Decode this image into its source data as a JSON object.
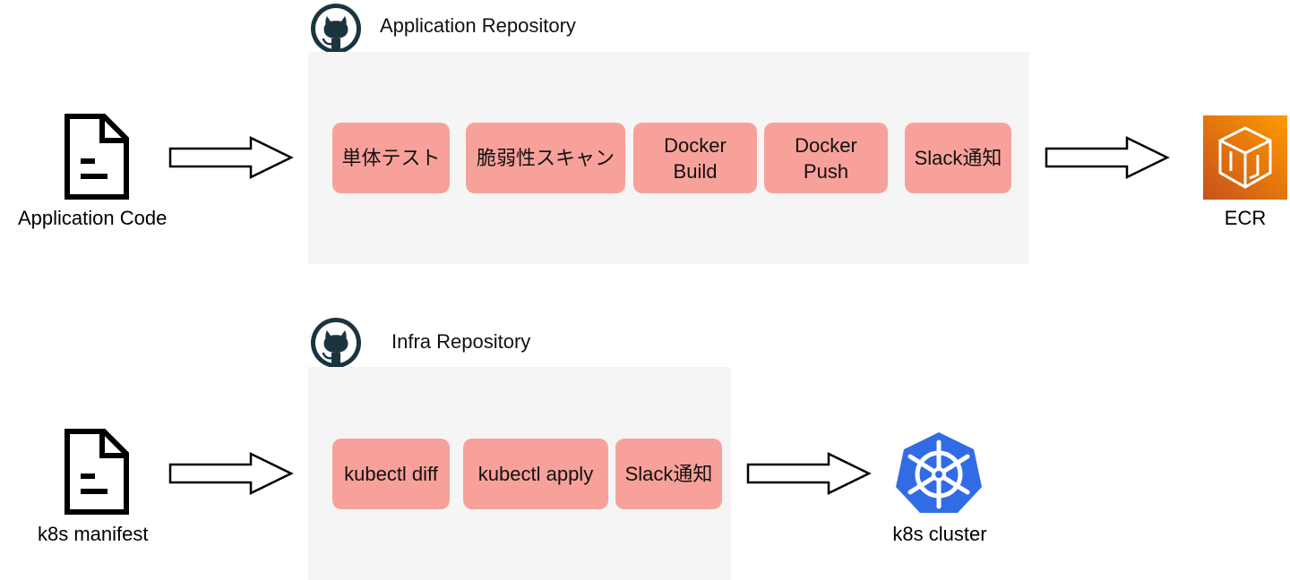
{
  "app_flow": {
    "source_label": "Application Code",
    "repo_title": "Application Repository",
    "steps": [
      {
        "line1": "単体テスト",
        "line2": ""
      },
      {
        "line1": "脆弱性スキャン",
        "line2": ""
      },
      {
        "line1": "Docker",
        "line2": "Build"
      },
      {
        "line1": "Docker",
        "line2": "Push"
      },
      {
        "line1": "Slack通知",
        "line2": ""
      }
    ],
    "target_label": "ECR",
    "target_icon": "ecr-icon"
  },
  "infra_flow": {
    "source_label": "k8s manifest",
    "repo_title": "Infra Repository",
    "steps": [
      {
        "line1": "kubectl diff",
        "line2": ""
      },
      {
        "line1": "kubectl apply",
        "line2": ""
      },
      {
        "line1": "Slack通知",
        "line2": ""
      }
    ],
    "target_label": "k8s cluster",
    "target_icon": "kubernetes-icon"
  },
  "icons": {
    "source_doc": "document-icon",
    "repo_logo": "github-icon",
    "flow_arrow": "arrow-right-icon"
  },
  "colors": {
    "step_fill": "#f8a19a",
    "panel_fill": "#f5f5f5",
    "github_dark": "#1b3540",
    "ecr_orange": "#f07d0f",
    "k8s_blue": "#326ce5"
  }
}
